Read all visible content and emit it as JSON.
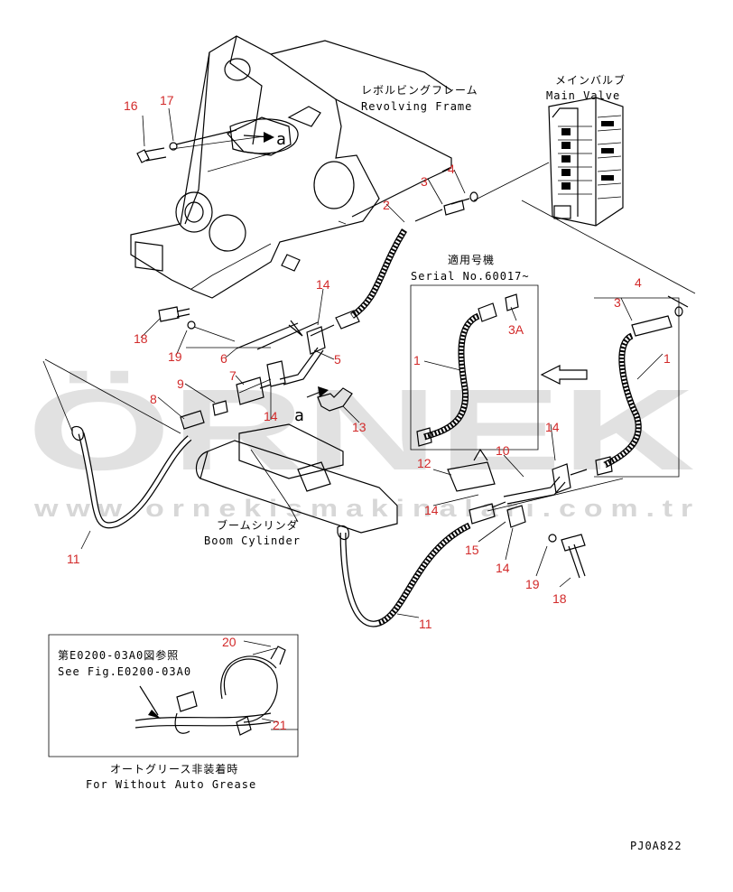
{
  "labels": {
    "revolving_frame_jp": "レボルビングフレーム",
    "revolving_frame_en": "Revolving Frame",
    "main_valve_jp": "メインバルブ",
    "main_valve_en": "Main Valve",
    "serial_jp": "適用号機",
    "serial_en": "Serial No.60017~",
    "boom_cylinder_jp": "ブームシリンダ",
    "boom_cylinder_en": "Boom Cylinder",
    "see_fig_jp": "第E0200-03A0図参照",
    "see_fig_en": "See Fig.E0200-03A0",
    "auto_grease_jp": "オートグリース非装着時",
    "auto_grease_en": "For Without Auto Grease",
    "ref_a1": "a",
    "ref_a2": "a",
    "drawing_code": "PJ0A822"
  },
  "part_numbers": {
    "p16": "16",
    "p17": "17",
    "p2": "2",
    "p3": "3",
    "p4": "4",
    "p14a": "14",
    "p18a": "18",
    "p19a": "19",
    "p6": "6",
    "p5": "5",
    "p9": "9",
    "p8": "8",
    "p7": "7",
    "p14b": "14",
    "p13": "13",
    "p1a": "1",
    "p3a": "3A",
    "p14c": "14",
    "p3b": "3",
    "p4b": "4",
    "p1b": "1",
    "p12": "12",
    "p10": "10",
    "p14d": "14",
    "p15": "15",
    "p14e": "14",
    "p19b": "19",
    "p18b": "18",
    "p11a": "11",
    "p11b": "11",
    "p20": "20",
    "p21": "21"
  },
  "watermark": {
    "brand": "ÖRNEK",
    "url": "www.ornekismakinalari.com.tr"
  }
}
